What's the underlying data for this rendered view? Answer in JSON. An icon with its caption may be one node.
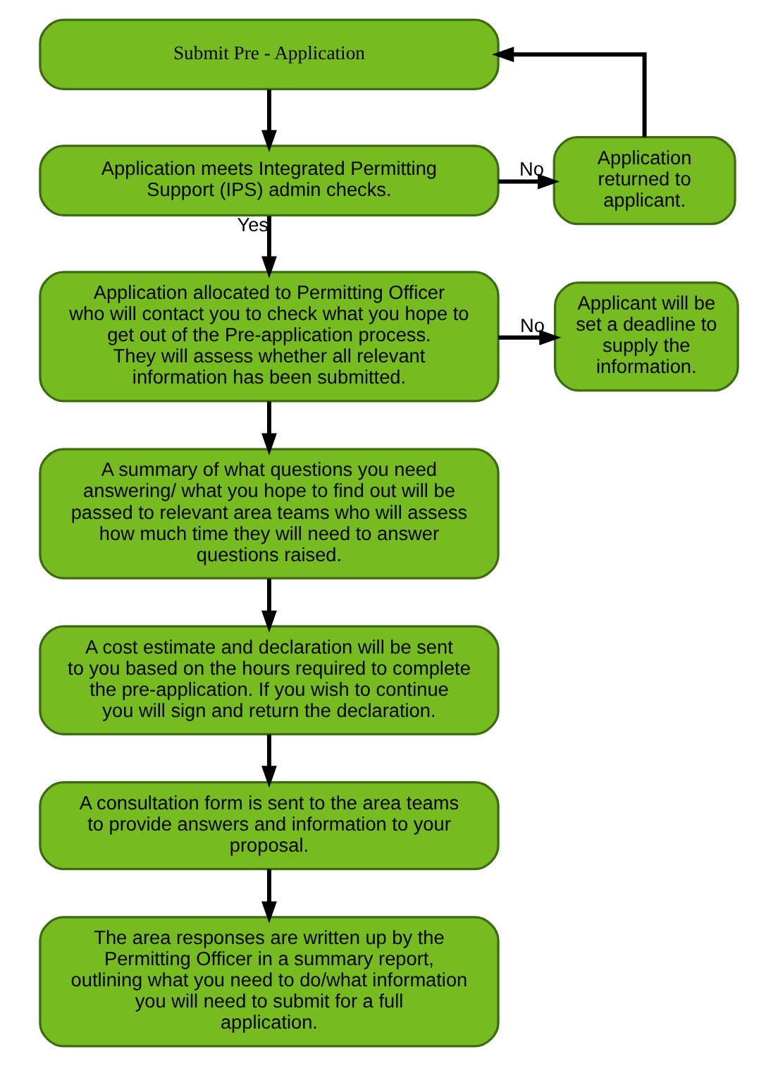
{
  "diagram": {
    "nodes": [
      {
        "text": [
          "Submit Pre - Application"
        ]
      },
      {
        "text": [
          "Application meets Integrated Permitting Support (IPS) admin checks."
        ]
      },
      {
        "text": [
          "Application returned to applicant."
        ]
      },
      {
        "text": [
          "Application allocated to Permitting Officer who will contact you to check what you hope to get out of the Pre-application process.",
          "They will assess whether all relevant information has been submitted."
        ]
      },
      {
        "text": [
          "Applicant will be set a deadline to supply the information."
        ]
      },
      {
        "text": [
          "A summary of what questions you need answering/ what you hope to find out will be passed to relevant area teams who will assess how much time they will need to answer questions raised."
        ]
      },
      {
        "text": [
          "A cost estimate and declaration will be sent to you based on the hours required to complete the pre-application. If you wish to continue you will sign and return the declaration."
        ]
      },
      {
        "text": [
          "A consultation form is sent to the area teams to provide answers and information to your proposal."
        ]
      },
      {
        "text": [
          "The area responses are written up by the Permitting Officer in a summary report, outlining what you need to do/what information you will need to submit for a full application."
        ]
      }
    ],
    "edges": [
      {
        "from": 0,
        "to": 1,
        "arrow": "to"
      },
      {
        "from": 1,
        "to": 2,
        "arrow": "to",
        "label": "No"
      },
      {
        "from": 2,
        "to": 0,
        "arrow": "to"
      },
      {
        "from": 1,
        "to": 3,
        "arrow": "to",
        "label": "Yes"
      },
      {
        "from": 3,
        "to": 4,
        "arrow": "to",
        "label": "No"
      },
      {
        "from": 3,
        "to": 5,
        "arrow": "to"
      },
      {
        "from": 5,
        "to": 6,
        "arrow": "to"
      },
      {
        "from": 6,
        "to": 7,
        "arrow": "to"
      },
      {
        "from": 7,
        "to": 8,
        "arrow": "to"
      }
    ]
  }
}
